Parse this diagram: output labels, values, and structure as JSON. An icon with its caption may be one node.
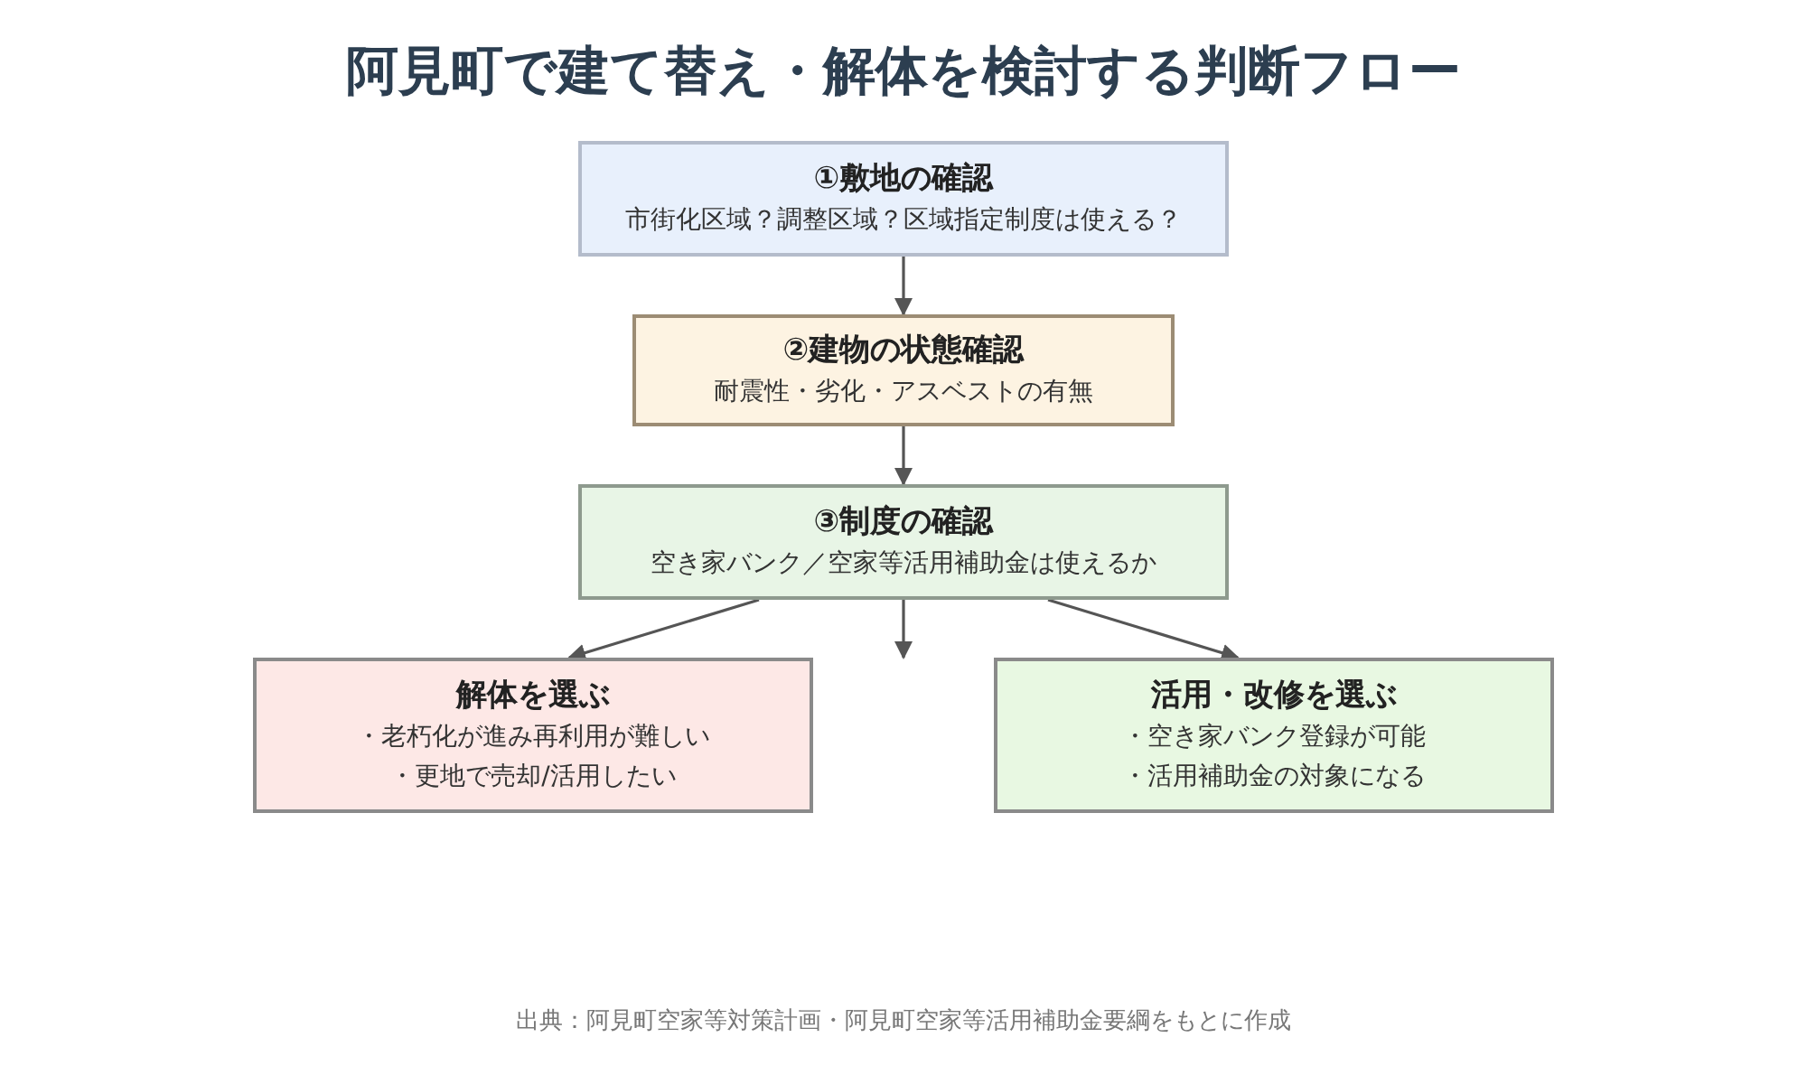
{
  "diagram": {
    "title": "阿見町で建て替え・解体を検討する判断フロー",
    "caption": "出典：阿見町空家等対策計画・阿見町空家等活用補助金要綱をもとに作成",
    "nodes": [
      {
        "text": [
          "①敷地の確認",
          "市街化区域？調整区域？区域指定制度は使える？"
        ]
      },
      {
        "text": [
          "②建物の状態確認",
          "耐震性・劣化・アスベストの有無"
        ]
      },
      {
        "text": [
          "③制度の確認",
          "空き家バンク／空家等活用補助金は使えるか"
        ]
      },
      {
        "text": [
          "解体を選ぶ",
          "・老朽化が進み再利用が難しい",
          "・更地で売却/活用したい"
        ]
      },
      {
        "text": [
          "活用・改修を選ぶ",
          "・空き家バンク登録が可能",
          "・活用補助金の対象になる"
        ]
      }
    ],
    "edges": [
      {
        "from": 0,
        "to": 1,
        "arrow": "to"
      },
      {
        "from": 1,
        "to": 2,
        "arrow": "to"
      },
      {
        "from": 2,
        "to": 3,
        "arrow": "to"
      },
      {
        "from": 2,
        "to": null,
        "arrow": "to"
      },
      {
        "from": 2,
        "to": 4,
        "arrow": "to"
      }
    ]
  }
}
